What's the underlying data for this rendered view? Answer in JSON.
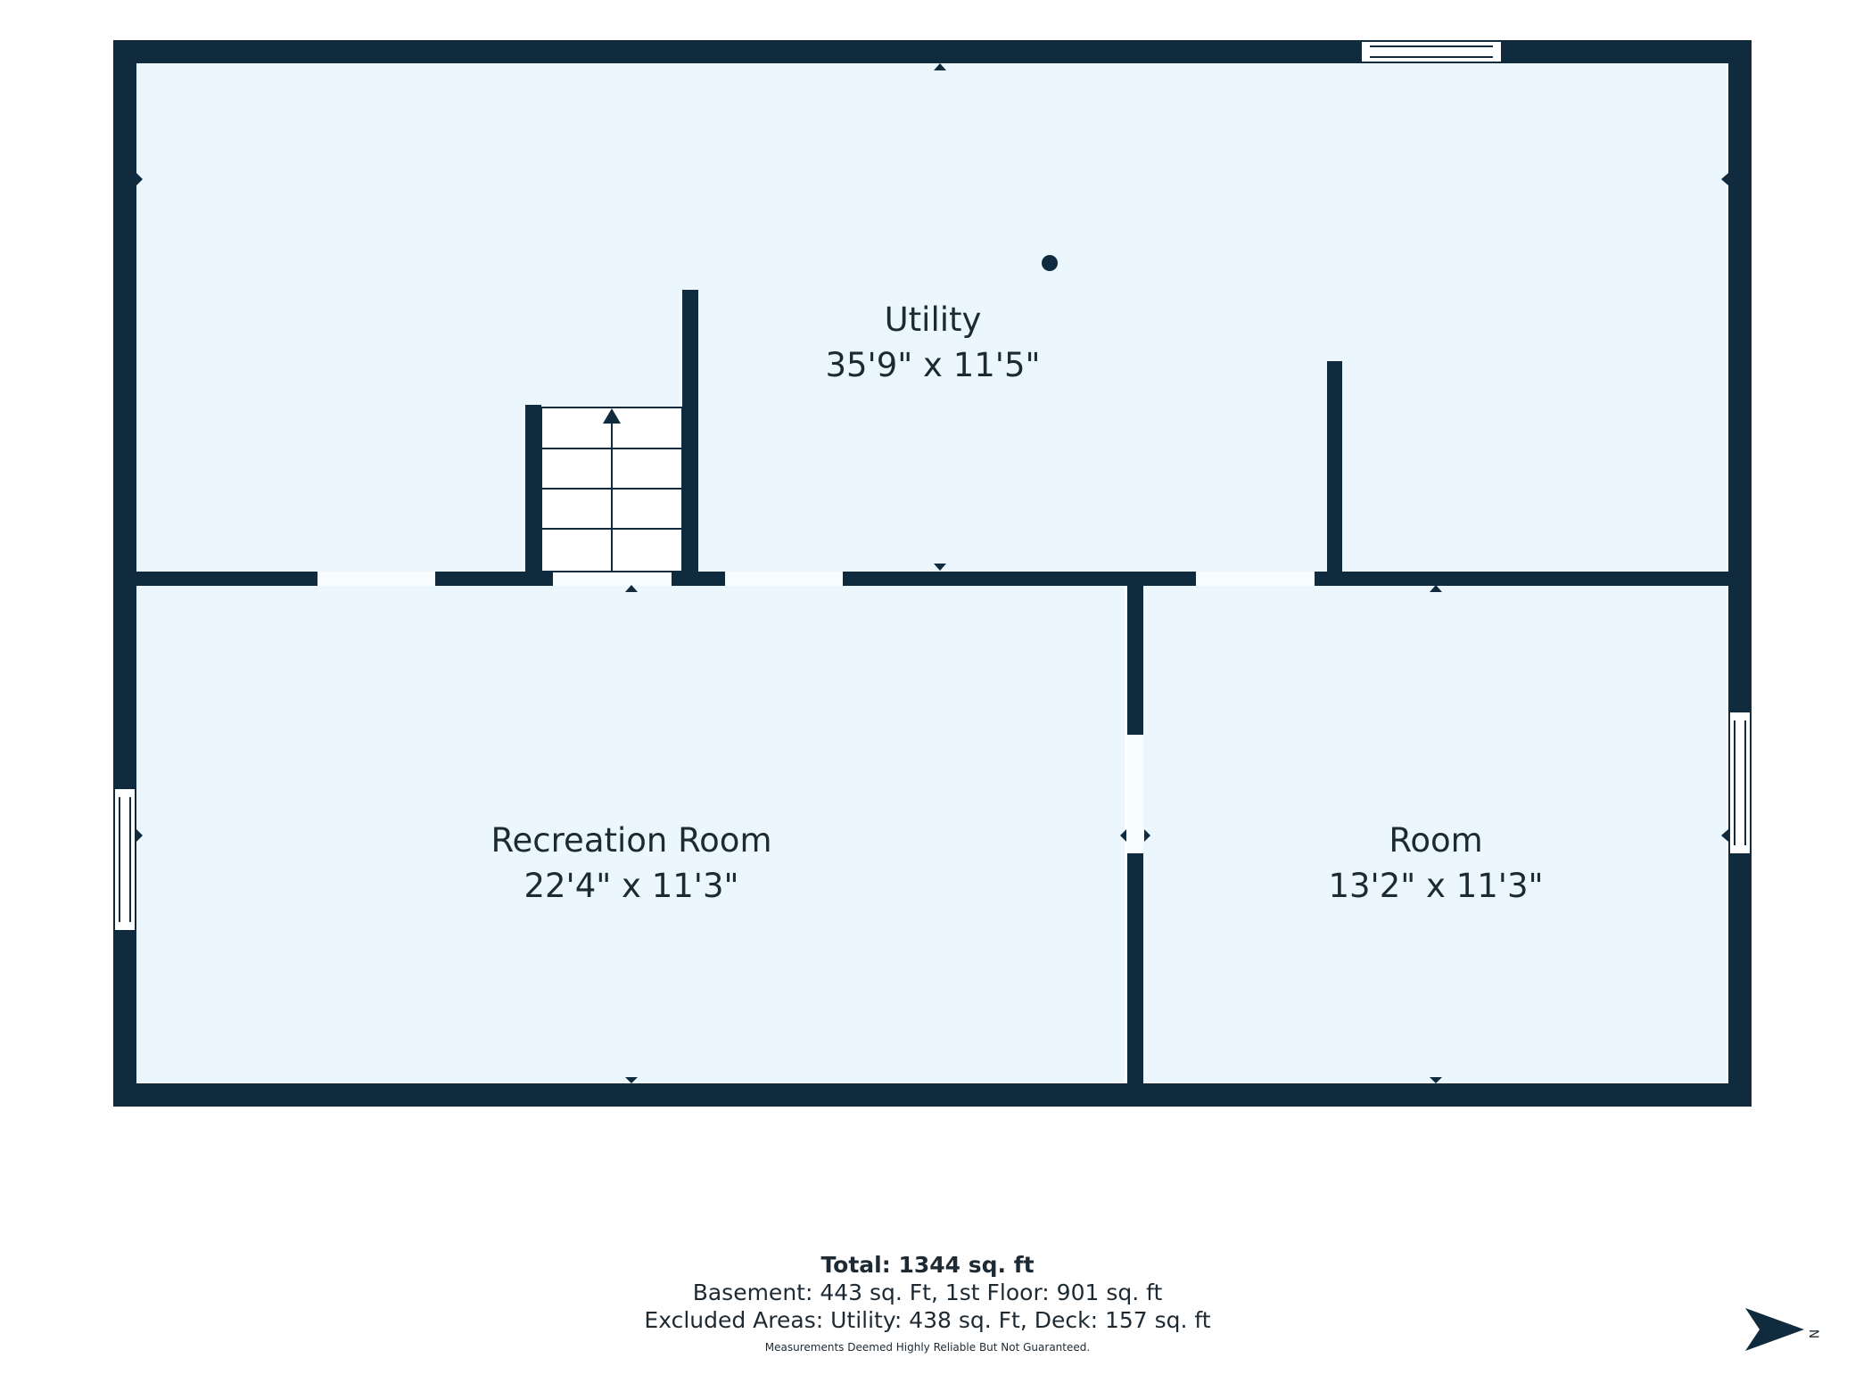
{
  "rooms": {
    "utility": {
      "name": "Utility",
      "dims": "35'9\" x 11'5\""
    },
    "recreation": {
      "name": "Recreation Room",
      "dims": "22'4\" x 11'3\""
    },
    "room": {
      "name": "Room",
      "dims": "13'2\" x 11'3\""
    }
  },
  "summary": {
    "total": "Total: 1344 sq. ft",
    "line1": "Basement: 443 sq. Ft, 1st Floor: 901 sq. ft",
    "line2": "Excluded Areas: Utility: 438 sq. Ft, Deck: 157 sq. ft",
    "disclaimer": "Measurements Deemed Highly Reliable But Not Guaranteed."
  },
  "compass": {
    "label": "N",
    "icon": "north-arrow-icon"
  },
  "colors": {
    "wall": "#0f2b3d",
    "floor": "#ebf7fd",
    "text": "#1e2a33",
    "opening": "#f7fcff"
  }
}
